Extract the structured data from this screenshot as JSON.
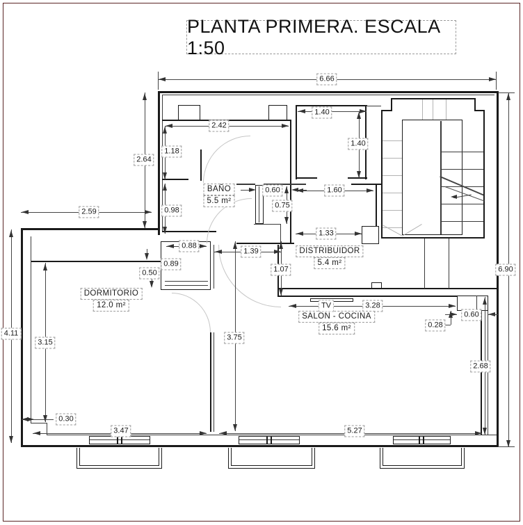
{
  "title": "PLANTA PRIMERA. ESCALA 1:50",
  "rooms": {
    "bano": {
      "name": "BAÑO",
      "area": "5.5 m²"
    },
    "distribuidor": {
      "name": "DISTRIBUIDOR",
      "area": "5.4 m²"
    },
    "dormitorio": {
      "name": "DORMITORIO",
      "area": "12.0 m²"
    },
    "salon": {
      "name": "SALÓN - COCINA",
      "area": "15.6 m²"
    }
  },
  "labels": {
    "tv": "TV"
  },
  "dimensions": {
    "total_width": "6.66",
    "total_height": "6.90",
    "d264": "2.64",
    "d259": "2.59",
    "d242": "2.42",
    "d118": "1.18",
    "d140h": "1.40",
    "d140v": "1.40",
    "d060": "0.60",
    "d075": "0.75",
    "d160": "1.60",
    "d133": "1.33",
    "d098": "0.98",
    "d088": "0.88",
    "d089": "0.89",
    "d050": "0.50",
    "d139": "1.39",
    "d107": "1.07",
    "d375": "3.75",
    "d328": "3.28",
    "d028": "0.28",
    "d060r": "0.60",
    "d268": "2.68",
    "d411": "4.11",
    "d315": "3.15",
    "d030": "0.30",
    "d347": "3.47",
    "d527": "5.27"
  },
  "colors": {
    "wall": "#1a1a1a",
    "dimension": "#333333",
    "door_arc": "#c6c6c6",
    "page_border": "#5a2424",
    "background": "#ffffff"
  }
}
